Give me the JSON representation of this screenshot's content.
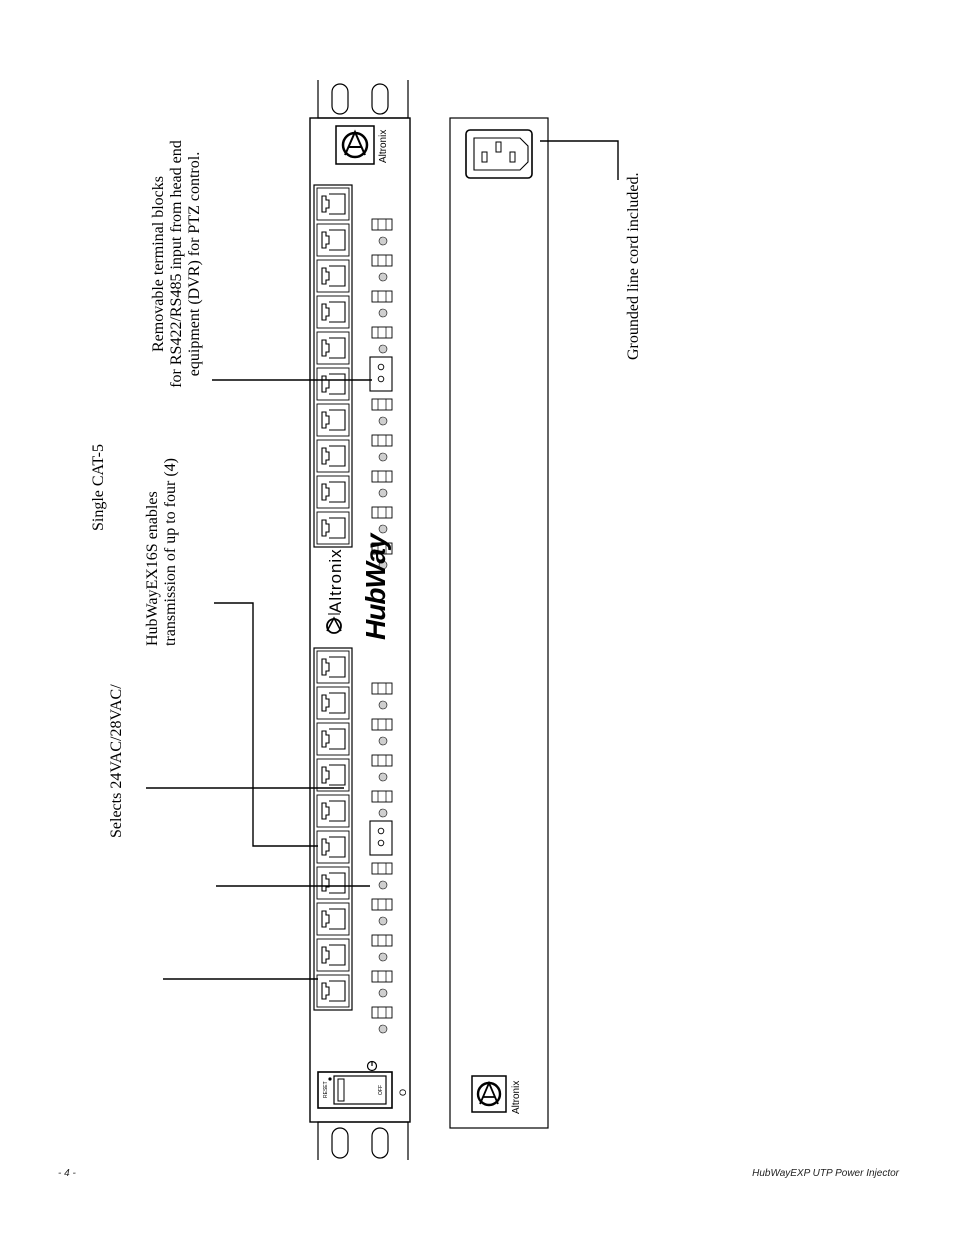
{
  "callouts": {
    "single_cat5": "Single CAT-5",
    "hubway_enables": [
      "HubWayEX16S enables",
      "transmission of up to four (4)"
    ],
    "selects_vac": "Selects 24VAC/28VAC/",
    "terminal_blocks": [
      "Removable terminal blocks",
      "for RS422/RS485 input from head end",
      "equipment (DVR) for PTZ control."
    ],
    "grounded_cord": "Grounded line cord included."
  },
  "front_panel": {
    "brand_top": "Altronix",
    "brand_middle": "Altronix",
    "product_logo": "HubWay",
    "switch_reset": "RESET",
    "switch_off": "OFF",
    "switch_symbol_off": "O",
    "power_icon": "power-icon"
  },
  "rear_panel": {
    "brand": "Altronix",
    "inlet_icon": "iec-power-inlet-icon"
  },
  "footer": {
    "page_number": "- 4 -",
    "doc_title": "HubWayEXP UTP Power Injector"
  },
  "colors": {
    "ink": "#000000",
    "led": "#cfcfcf"
  }
}
